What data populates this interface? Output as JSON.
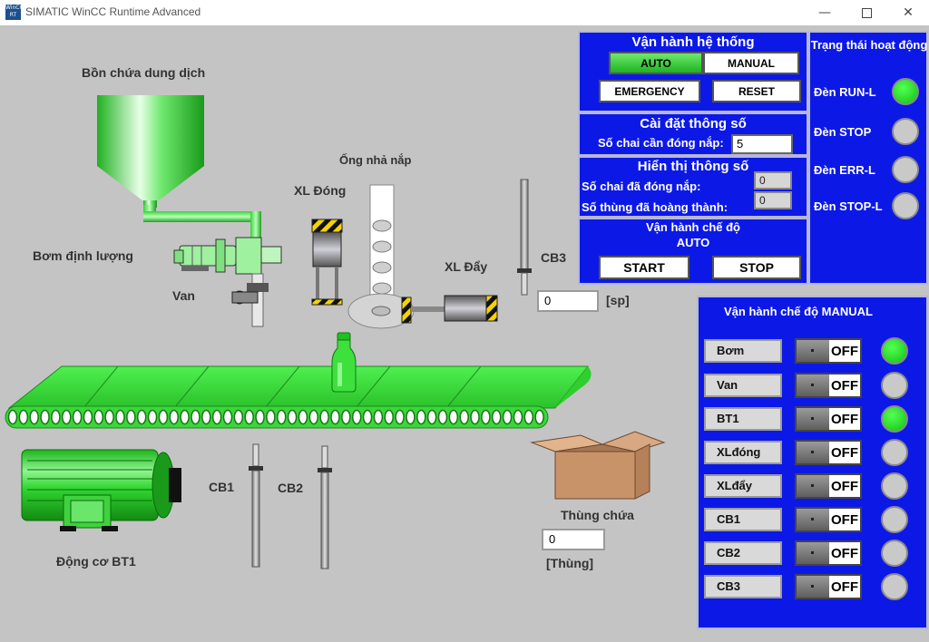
{
  "window": {
    "logo_text": "WinCC RT",
    "title": "SIMATIC WinCC Runtime Advanced",
    "minimize_icon": "minimize-icon",
    "maximize_icon": "maximize-icon",
    "close_icon": "close-icon"
  },
  "plant": {
    "tank_label": "Bồn chứa dung dịch",
    "pump_label": "Bơm định lượng",
    "valve_label": "Van",
    "cap_tube_label": "Ống nhả nắp",
    "xl_dong_label": "XL Đóng",
    "xl_day_label": "XL Đẩy",
    "cb1_label": "CB1",
    "cb2_label": "CB2",
    "cb3_label": "CB3",
    "motor_label": "Động cơ BT1",
    "box_label": "Thùng chứa",
    "sp_value": "0",
    "sp_unit": "[sp]",
    "box_value": "0",
    "box_unit": "[Thùng]"
  },
  "system_panel": {
    "title": "Vận hành hệ thống",
    "auto_label": "AUTO",
    "manual_label": "MANUAL",
    "emergency_label": "EMERGENCY",
    "reset_label": "RESET"
  },
  "settings_panel": {
    "title": "Cài đặt thông số",
    "bottle_setpoint_label": "Số chai cần đóng nắp:",
    "bottle_setpoint_value": "5"
  },
  "display_panel": {
    "title": "Hiển thị thông số",
    "capped_label": "Số chai đã đóng nắp:",
    "capped_value": "0",
    "boxes_label": "Số thùng đã hoàng thành:",
    "boxes_value": "0"
  },
  "mode_panel": {
    "title": "Vận hành chế độ",
    "mode": "AUTO",
    "start_label": "START",
    "stop_label": "STOP"
  },
  "status_panel": {
    "title": "Trạng thái hoạt động",
    "lamps": [
      {
        "label": "Đèn RUN-L",
        "on": true
      },
      {
        "label": "Đèn STOP",
        "on": false
      },
      {
        "label": "Đèn ERR-L",
        "on": false
      },
      {
        "label": "Đèn STOP-L",
        "on": false
      }
    ]
  },
  "manual_panel": {
    "title": "Vận hành chế độ MANUAL",
    "items": [
      {
        "label": "Bơm",
        "state": "OFF",
        "on": true
      },
      {
        "label": "Van",
        "state": "OFF",
        "on": false
      },
      {
        "label": "BT1",
        "state": "OFF",
        "on": true
      },
      {
        "label": "XLđóng",
        "state": "OFF",
        "on": false
      },
      {
        "label": "XLđẩy",
        "state": "OFF",
        "on": false
      },
      {
        "label": "CB1",
        "state": "OFF",
        "on": false
      },
      {
        "label": "CB2",
        "state": "OFF",
        "on": false
      },
      {
        "label": "CB3",
        "state": "OFF",
        "on": false
      }
    ]
  },
  "colors": {
    "panel_blue": "#0c19e6",
    "lamp_on": "#10c010",
    "lamp_off": "#c9c9c9",
    "canvas": "#c4c4c4"
  }
}
